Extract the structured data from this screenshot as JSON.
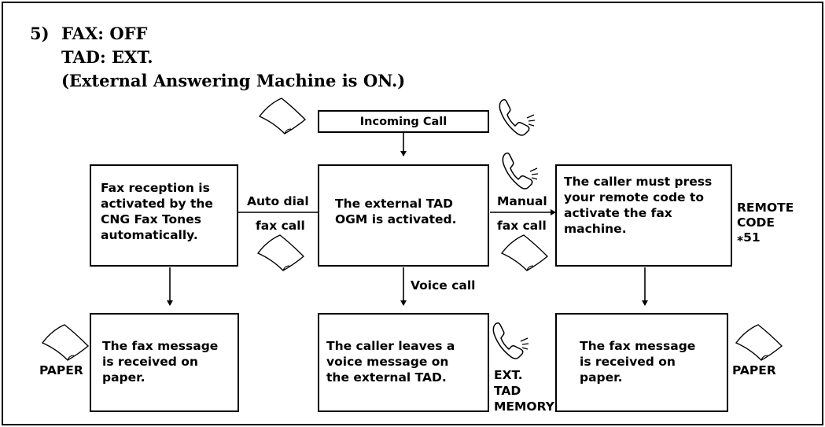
{
  "heading": {
    "number": "5)",
    "line1": "FAX: OFF",
    "line2": "TAD: EXT.",
    "line3": "(External Answering Machine is ON.)"
  },
  "incoming": {
    "label": "Incoming Call"
  },
  "center_box": {
    "lines": [
      "The external TAD",
      "OGM is activated."
    ]
  },
  "left_box": {
    "lines": [
      "Fax reception is",
      "activated by the",
      "CNG Fax Tones",
      "automatically."
    ]
  },
  "right_box": {
    "lines": [
      "The caller must press",
      "your remote code to",
      "activate the fax",
      "machine."
    ]
  },
  "bottom_left_box": {
    "lines": [
      "The fax message",
      "is received on",
      "paper."
    ]
  },
  "bottom_center_box": {
    "lines": [
      "The caller leaves a",
      "voice message on",
      "the external TAD."
    ]
  },
  "bottom_right_box": {
    "lines": [
      "The fax message",
      "is received on",
      "paper."
    ]
  },
  "edge_labels": {
    "auto_dial": "Auto dial",
    "auto_fax_call": "fax call",
    "manual": "Manual",
    "manual_fax_call": "fax call",
    "voice_call": "Voice call"
  },
  "side_labels": {
    "remote_code": [
      "REMOTE",
      "CODE",
      "⁎51"
    ],
    "paper_left": "PAPER",
    "paper_right": "PAPER",
    "ext_tad_memory": [
      "EXT.",
      "TAD",
      "MEMORY"
    ]
  },
  "icons": [
    "paper-icon",
    "phone-icon"
  ]
}
